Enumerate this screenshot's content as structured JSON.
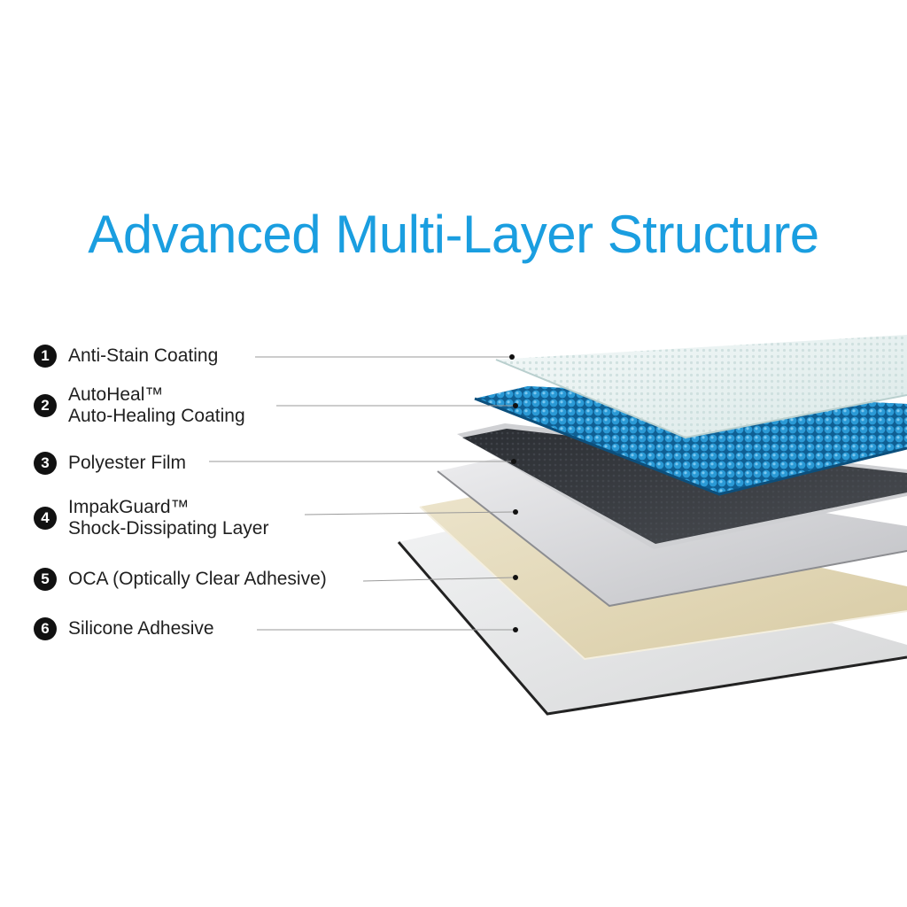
{
  "title": "Advanced Multi-Layer Structure",
  "layers": [
    {
      "number": "1",
      "line1": "Anti-Stain Coating",
      "line2": ""
    },
    {
      "number": "2",
      "line1": "AutoHeal™",
      "line2": "Auto-Healing Coating"
    },
    {
      "number": "3",
      "line1": "Polyester Film",
      "line2": ""
    },
    {
      "number": "4",
      "line1": "ImpakGuard™",
      "line2": "Shock-Dissipating Layer"
    },
    {
      "number": "5",
      "line1": "OCA (Optically Clear Adhesive)",
      "line2": ""
    },
    {
      "number": "6",
      "line1": "Silicone Adhesive",
      "line2": ""
    }
  ],
  "colors": {
    "title": "#1a9ee0",
    "badge": "#111111",
    "anti_stain": "#e6f0ef",
    "autoheal": "#1477b4",
    "polyester": "#3a3d42",
    "impakguard": "#d6d6d9",
    "oca": "#ddd2b2",
    "silicone": "#e2e3e4"
  }
}
